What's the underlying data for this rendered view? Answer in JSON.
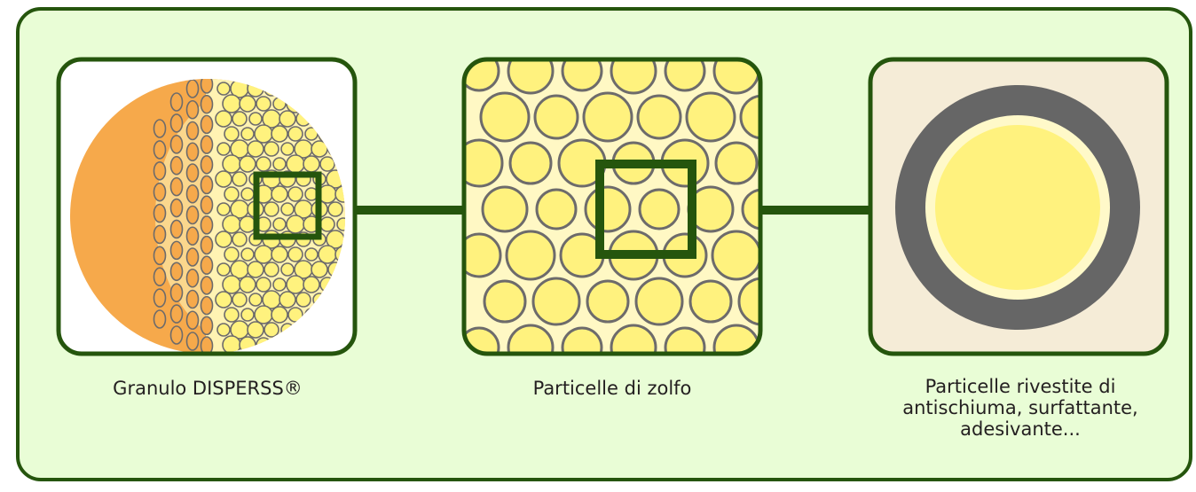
{
  "colors": {
    "frame_fill": "#e9fdd6",
    "frame_stroke": "#25550d",
    "granule_outer": "#f6a94b",
    "granule_mid": "#fbd78d",
    "granule_inner": "#fff3b3",
    "particle_fill": "#fff27e",
    "particle_stroke": "#6d6b6b",
    "coating_dark": "#666666",
    "coating_light": "#fff9c9",
    "panel3_bg": "#f5ecd7"
  },
  "captions": {
    "granule": "Granulo DISPERSS®",
    "sulfur_particles": "Particelle di zolfo",
    "coated_particles": [
      "Particelle rivestite di",
      "antischiuma, surfattante,",
      "adesivante..."
    ]
  },
  "icons": [
    "granule-cutaway-icon",
    "sulfur-particles-closeup-icon",
    "coated-particle-icon",
    "zoom-square-icon"
  ]
}
